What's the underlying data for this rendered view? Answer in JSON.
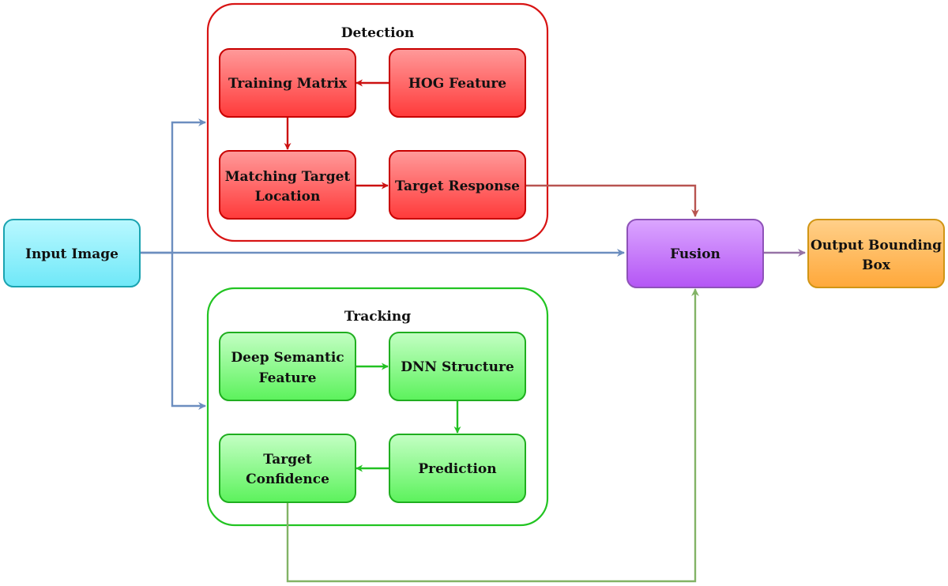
{
  "colors": {
    "detection_border": "#d81414",
    "detection_node_top": "#ff8f8f",
    "detection_node_bottom": "#ff3b3b",
    "detection_node_border": "#c80000",
    "detection_arrow": "#cc1111",
    "tracking_border": "#22c422",
    "tracking_node_top": "#b7ffb7",
    "tracking_node_bottom": "#55f055",
    "tracking_node_border": "#1fae1f",
    "tracking_arrow": "#22c122",
    "input_fill": "#7df0ff",
    "input_border": "#1aa3b0",
    "fusion_fill": "#c36cff",
    "fusion_border": "#8e52b8",
    "output_fill": "#ffb54e",
    "output_border": "#d19514",
    "blue_arrow": "#6c8ebf",
    "red_arrow": "#b85450",
    "green_arrow": "#82b366",
    "purple_arrow": "#9673a6"
  },
  "groups": {
    "detection": {
      "title": "Detection"
    },
    "tracking": {
      "title": "Tracking"
    }
  },
  "nodes": {
    "input_image": {
      "lines": [
        "Input Image"
      ]
    },
    "training_matrix": {
      "lines": [
        "Training Matrix"
      ]
    },
    "hog_feature": {
      "lines": [
        "HOG Feature"
      ]
    },
    "matching_target_location": {
      "lines": [
        "Matching Target",
        "Location"
      ]
    },
    "target_response": {
      "lines": [
        "Target Response"
      ]
    },
    "deep_semantic_feature": {
      "lines": [
        "Deep Semantic",
        "Feature"
      ]
    },
    "dnn_structure": {
      "lines": [
        "DNN Structure"
      ]
    },
    "target_confidence": {
      "lines": [
        "Target",
        "Confidence"
      ]
    },
    "prediction": {
      "lines": [
        "Prediction"
      ]
    },
    "fusion": {
      "lines": [
        "Fusion"
      ]
    },
    "output_bounding_box": {
      "lines": [
        "Output Bounding",
        "Box"
      ]
    }
  }
}
